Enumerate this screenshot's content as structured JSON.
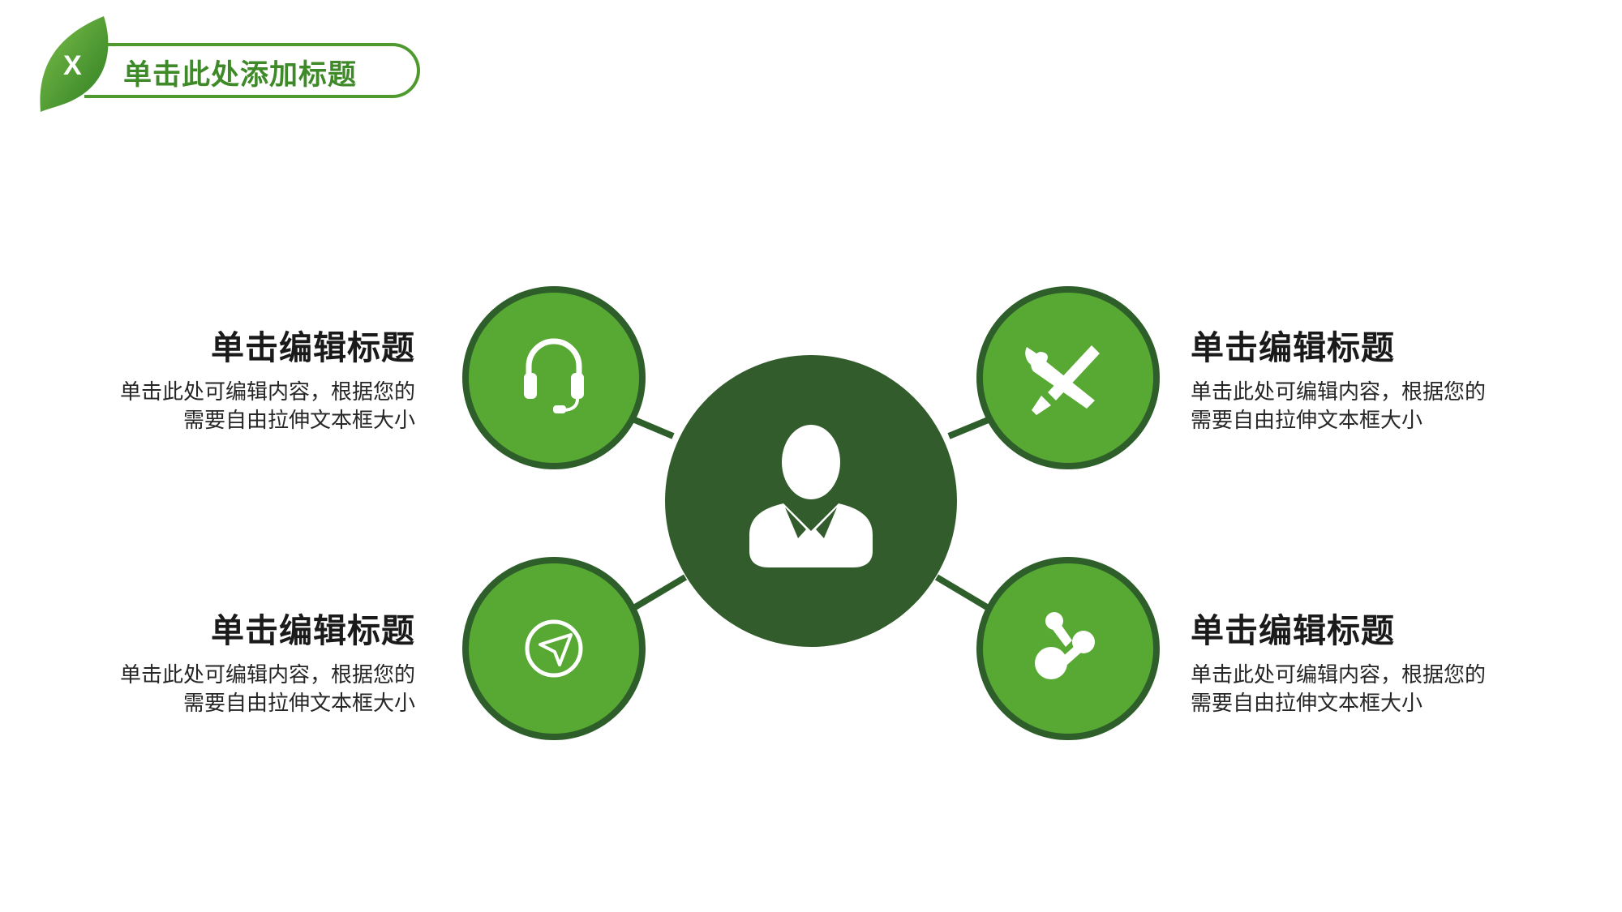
{
  "header": {
    "badge": "X",
    "title": "单击此处添加标题"
  },
  "center": {
    "icon": "person-icon"
  },
  "colors": {
    "dark_green": "#335c2d",
    "green": "#57a933",
    "ring": "#2e5f2b"
  },
  "items": [
    {
      "icon": "headset-icon",
      "title": "单击编辑标题",
      "text": "单击此处可编辑内容，根据您的需要自由拉伸文本框大小"
    },
    {
      "icon": "tools-icon",
      "title": "单击编辑标题",
      "text": "单击此处可编辑内容，根据您的需要自由拉伸文本框大小"
    },
    {
      "icon": "send-icon",
      "title": "单击编辑标题",
      "text": "单击此处可编辑内容，根据您的需要自由拉伸文本框大小"
    },
    {
      "icon": "molecule-icon",
      "title": "单击编辑标题",
      "text": "单击此处可编辑内容，根据您的需要自由拉伸文本框大小"
    }
  ]
}
